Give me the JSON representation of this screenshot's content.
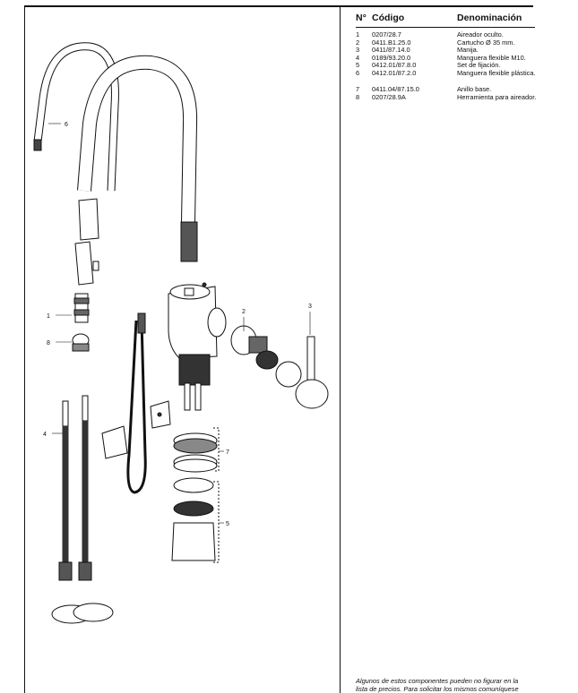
{
  "table": {
    "headers": {
      "num": "N°",
      "code": "Código",
      "name": "Denominación"
    },
    "rows": [
      {
        "num": "1",
        "code": "0207/28.7",
        "name": "Aireador oculto."
      },
      {
        "num": "2",
        "code": "0411.B1.25.0",
        "name": "Cartucho Ø 35 mm."
      },
      {
        "num": "3",
        "code": "0411/87.14.0",
        "name": "Manija."
      },
      {
        "num": "4",
        "code": "0189/93.20.0",
        "name": "Manguera flexible M10."
      },
      {
        "num": "5",
        "code": "0412.01/87.8.0",
        "name": "Set de fijación."
      },
      {
        "num": "6",
        "code": "0412.01/87.2.0",
        "name": "Manguera flexible plástica."
      },
      {
        "num": "7",
        "code": "0411.04/87.15.0",
        "name": "Anillo base."
      },
      {
        "num": "8",
        "code": "0207/28.9A",
        "name": "Herramienta para aireador."
      }
    ]
  },
  "callouts": {
    "c1": "1",
    "c2": "2",
    "c3": "3",
    "c4": "4",
    "c5": "5",
    "c6": "6",
    "c7": "7",
    "c8": "8"
  },
  "footnote": "Algunos de estos componentes pueden no figurar en la lista de precios. Para solicitar los mismos comuníquese"
}
